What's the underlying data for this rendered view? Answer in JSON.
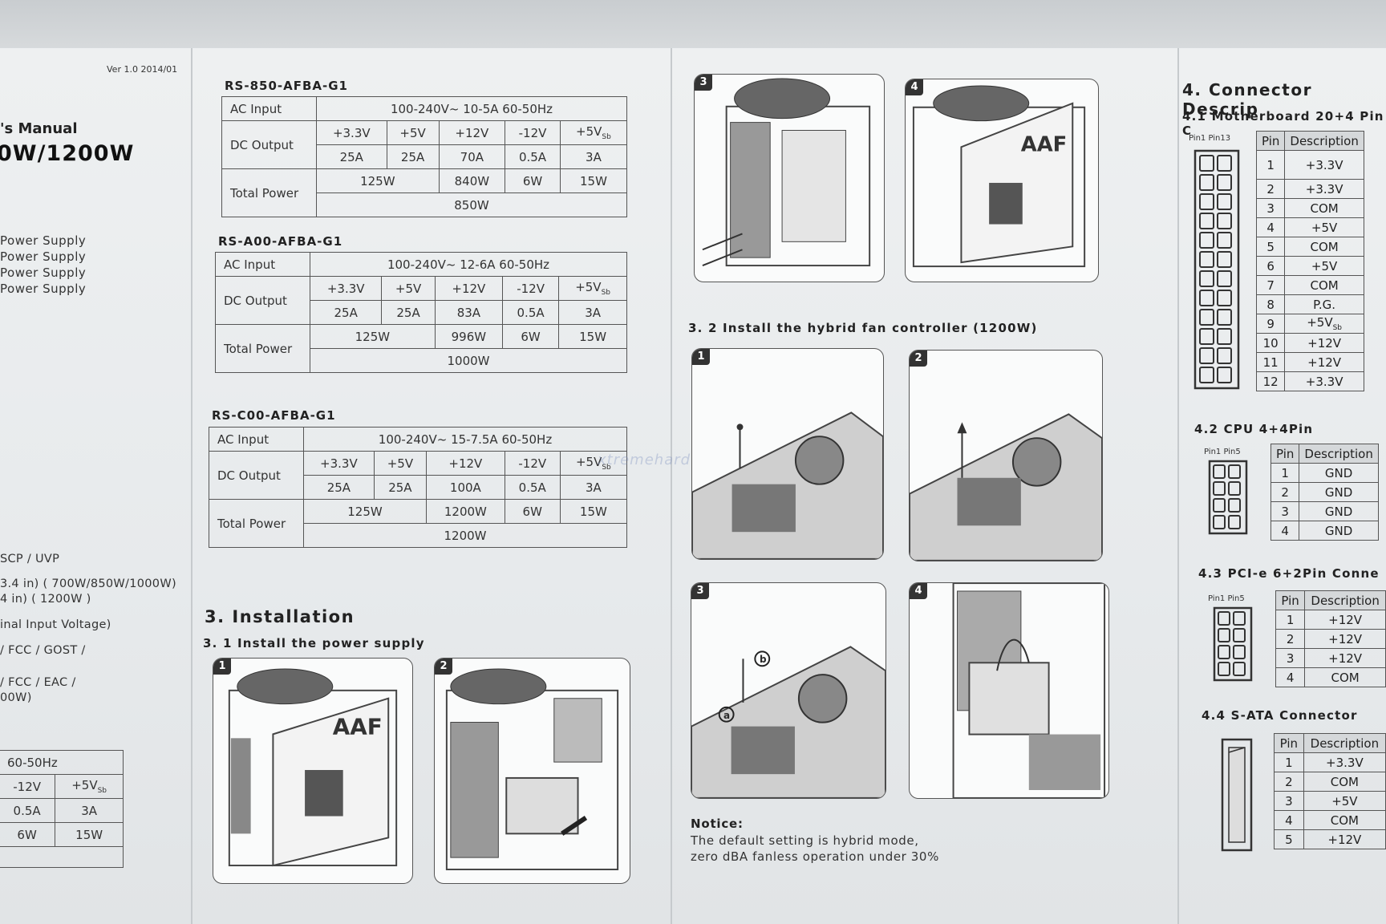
{
  "left_panel": {
    "version": "Ver 1.0  2014/01",
    "manual_title": "'s Manual",
    "watt_title": "0W/1200W",
    "ps_lines": [
      "Power Supply",
      "Power Supply",
      "Power Supply",
      "Power Supply"
    ],
    "protections": "SCP / UVP",
    "dims_1": "3.4 in) ( 700W/850W/1000W)",
    "dims_2": "4 in) ( 1200W )",
    "input_voltage": "inal Input Voltage)",
    "cert_1": "/ FCC / GOST /",
    "cert_2": "/ FCC / EAC /",
    "cert_3": "00W)",
    "mini_table": {
      "freq": "60-50Hz",
      "rows": [
        [
          "-12V",
          "+5V"
        ],
        [
          "0.5A",
          "3A"
        ],
        [
          "6W",
          "15W"
        ]
      ],
      "sb": "Sb"
    }
  },
  "tables": [
    {
      "model": "RS-850-AFBA-G1",
      "ac_label": "AC Input",
      "ac_value": "100-240V~   10-5A   60-50Hz",
      "dc_label": "DC Output",
      "rails": [
        "+3.3V",
        "+5V",
        "+12V",
        "-12V",
        "+5V"
      ],
      "currents": [
        "25A",
        "25A",
        "70A",
        "0.5A",
        "3A"
      ],
      "tp_label": "Total Power",
      "combined": "125W",
      "w12": "840W",
      "wneg": "6W",
      "wsb": "15W",
      "total": "850W"
    },
    {
      "model": "RS-A00-AFBA-G1",
      "ac_label": "AC Input",
      "ac_value": "100-240V~   12-6A   60-50Hz",
      "dc_label": "DC Output",
      "rails": [
        "+3.3V",
        "+5V",
        "+12V",
        "-12V",
        "+5V"
      ],
      "currents": [
        "25A",
        "25A",
        "83A",
        "0.5A",
        "3A"
      ],
      "tp_label": "Total Power",
      "combined": "125W",
      "w12": "996W",
      "wneg": "6W",
      "wsb": "15W",
      "total": "1000W"
    },
    {
      "model": "RS-C00-AFBA-G1",
      "ac_label": "AC Input",
      "ac_value": "100-240V~   15-7.5A   60-50Hz",
      "dc_label": "DC Output",
      "rails": [
        "+3.3V",
        "+5V",
        "+12V",
        "-12V",
        "+5V"
      ],
      "currents": [
        "25A",
        "25A",
        "100A",
        "0.5A",
        "3A"
      ],
      "tp_label": "Total Power",
      "combined": "125W",
      "w12": "1200W",
      "wneg": "6W",
      "wsb": "15W",
      "total": "1200W"
    }
  ],
  "sb_sub": "Sb",
  "installation": {
    "title": "3. Installation",
    "sub1": "3. 1  Install the power supply",
    "sub2": "3. 2 Install the hybrid fan controller (1200W)",
    "steps": [
      "1",
      "2",
      "3",
      "4"
    ],
    "callout_a": "a",
    "callout_b": "b",
    "notice_title": "Notice:",
    "notice_l1": "The default setting is hybrid mode,",
    "notice_l2": "zero dBA fanless operation under 30%",
    "watermark": "xtremehardware.com"
  },
  "connectors": {
    "title": "4. Connector Descrip",
    "mb": {
      "title": "4.1 Motherboard 20+4 Pin C",
      "pin_labels": "Pin1 Pin13",
      "headers": [
        "Pin",
        "Description"
      ],
      "rows": [
        [
          "1",
          "+3.3V"
        ],
        [
          "2",
          "+3.3V"
        ],
        [
          "3",
          "COM"
        ],
        [
          "4",
          "+5V"
        ],
        [
          "5",
          "COM"
        ],
        [
          "6",
          "+5V"
        ],
        [
          "7",
          "COM"
        ],
        [
          "8",
          "P.G."
        ],
        [
          "9",
          "+5V"
        ],
        [
          "10",
          "+12V"
        ],
        [
          "11",
          "+12V"
        ],
        [
          "12",
          "+3.3V"
        ]
      ]
    },
    "cpu": {
      "title": "4.2 CPU 4+4Pin",
      "pin_labels": "Pin1  Pin5",
      "headers": [
        "Pin",
        "Description"
      ],
      "rows": [
        [
          "1",
          "GND"
        ],
        [
          "2",
          "GND"
        ],
        [
          "3",
          "GND"
        ],
        [
          "4",
          "GND"
        ]
      ]
    },
    "pcie": {
      "title": "4.3 PCI-e 6+2Pin Conne",
      "pin_labels": "Pin1  Pin5",
      "headers": [
        "Pin",
        "Description"
      ],
      "rows": [
        [
          "1",
          "+12V"
        ],
        [
          "2",
          "+12V"
        ],
        [
          "3",
          "+12V"
        ],
        [
          "4",
          "COM"
        ]
      ]
    },
    "sata": {
      "title": "4.4 S-ATA Connector",
      "headers": [
        "Pin",
        "Description"
      ],
      "rows": [
        [
          "1",
          "+3.3V"
        ],
        [
          "2",
          "COM"
        ],
        [
          "3",
          "+5V"
        ],
        [
          "4",
          "COM"
        ],
        [
          "5",
          "+12V"
        ]
      ]
    }
  }
}
